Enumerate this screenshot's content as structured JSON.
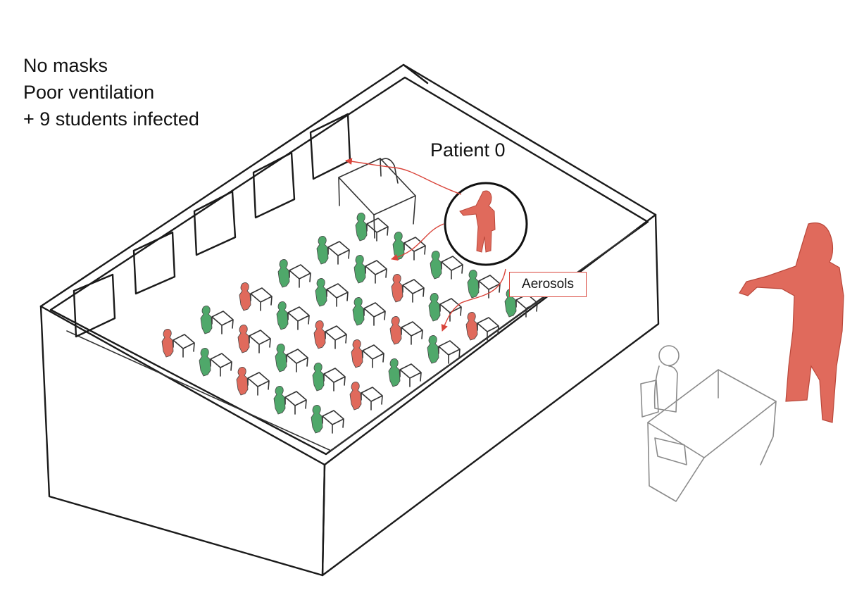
{
  "notes": {
    "line1": "No masks",
    "line2": "Poor ventilation",
    "line3": "+ 9 students infected"
  },
  "patient_label": "Patient 0",
  "aerosol_label": "Aerosols",
  "colors": {
    "infected": "#e06a5c",
    "healthy": "#4fa86a",
    "arrow": "#d9443a",
    "ink": "#1a1a1a"
  },
  "seat_grid": {
    "rows": 5,
    "cols": 6,
    "status": [
      [
        "infected",
        "healthy",
        "infected",
        "healthy",
        "healthy",
        "healthy"
      ],
      [
        "healthy",
        "infected",
        "healthy",
        "healthy",
        "healthy",
        "healthy"
      ],
      [
        "infected",
        "healthy",
        "infected",
        "healthy",
        "infected",
        "healthy"
      ],
      [
        "healthy",
        "healthy",
        "infected",
        "infected",
        "healthy",
        "healthy"
      ],
      [
        "healthy",
        "infected",
        "healthy",
        "healthy",
        "infected",
        "healthy"
      ]
    ]
  }
}
